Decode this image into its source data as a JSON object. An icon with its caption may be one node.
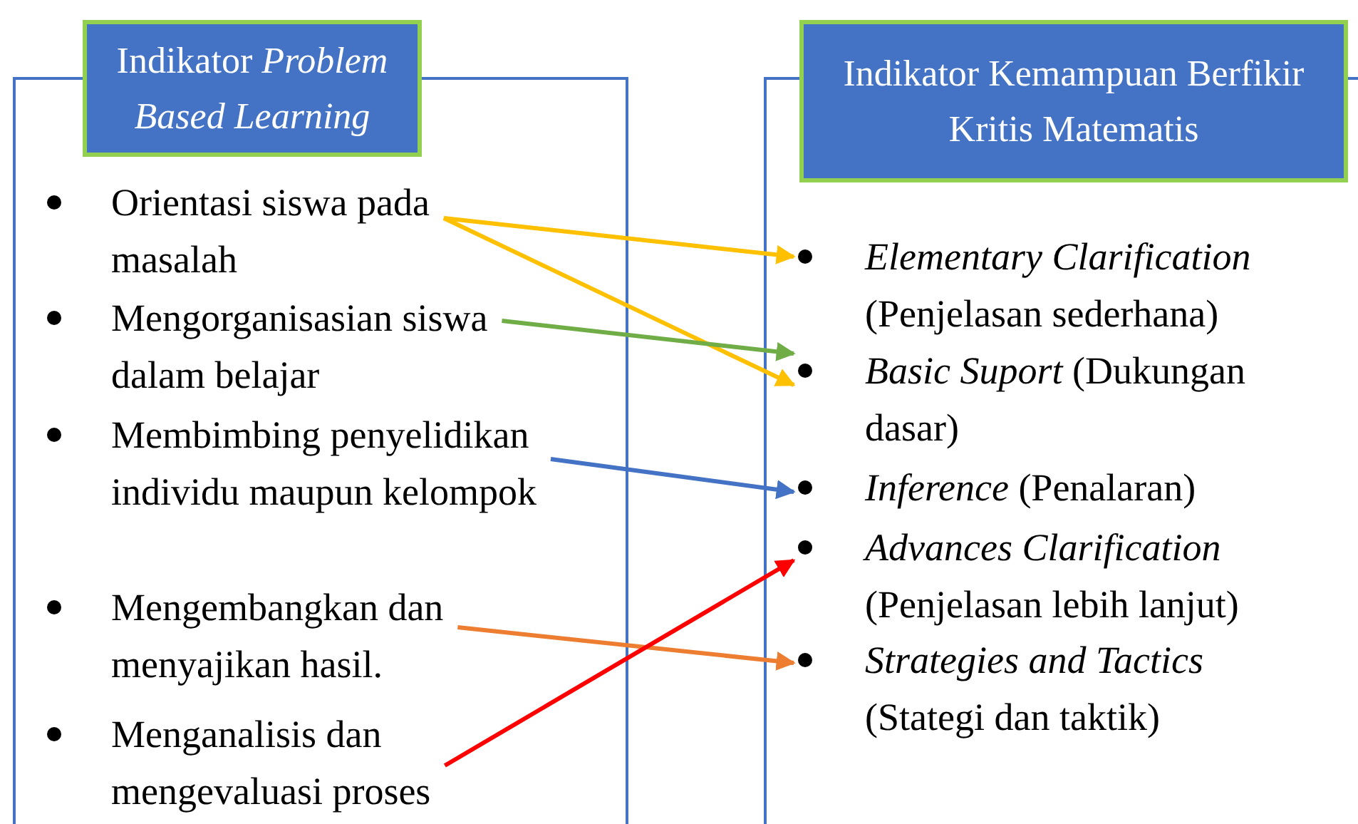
{
  "diagram": {
    "nodes": [
      {
        "text": [
          "Indikator *Problem Based Learning*"
        ]
      },
      {
        "text": [
          "Orientasi siswa pada masalah"
        ]
      },
      {
        "text": [
          "Mengorganisasian siswa dalam belajar"
        ]
      },
      {
        "text": [
          "Membimbing penyelidikan individu maupun kelompok"
        ]
      },
      {
        "text": [
          "Mengembangkan dan menyajikan hasil."
        ]
      },
      {
        "text": [
          "Menganalisis dan mengevaluasi proses"
        ]
      },
      {
        "text": [
          "Indikator Kemampuan Berfikir Kritis Matematis"
        ]
      },
      {
        "text": [
          "*Elementary Clarification* (Penjelasan sederhana)"
        ]
      },
      {
        "text": [
          "*Basic Suport* (Dukungan dasar)"
        ]
      },
      {
        "text": [
          "*Inference* (Penalaran)"
        ]
      },
      {
        "text": [
          "*Advances Clarification* (Penjelasan lebih lanjut)"
        ]
      },
      {
        "text": [
          "*Strategies and Tactics* (Stategi dan taktik)"
        ]
      }
    ],
    "edges": [
      {
        "from": 1,
        "to": 7,
        "arrow": "to",
        "color": "#ffc000"
      },
      {
        "from": 1,
        "to": 8,
        "arrow": "to",
        "color": "#ffc000"
      },
      {
        "from": 2,
        "to": 8,
        "arrow": "to",
        "color": "#70ad47"
      },
      {
        "from": 3,
        "to": 9,
        "arrow": "to",
        "color": "#4472c4"
      },
      {
        "from": 4,
        "to": 11,
        "arrow": "to",
        "color": "#ed7d31"
      },
      {
        "from": 5,
        "to": 10,
        "arrow": "to",
        "color": "#ff0000"
      }
    ]
  }
}
